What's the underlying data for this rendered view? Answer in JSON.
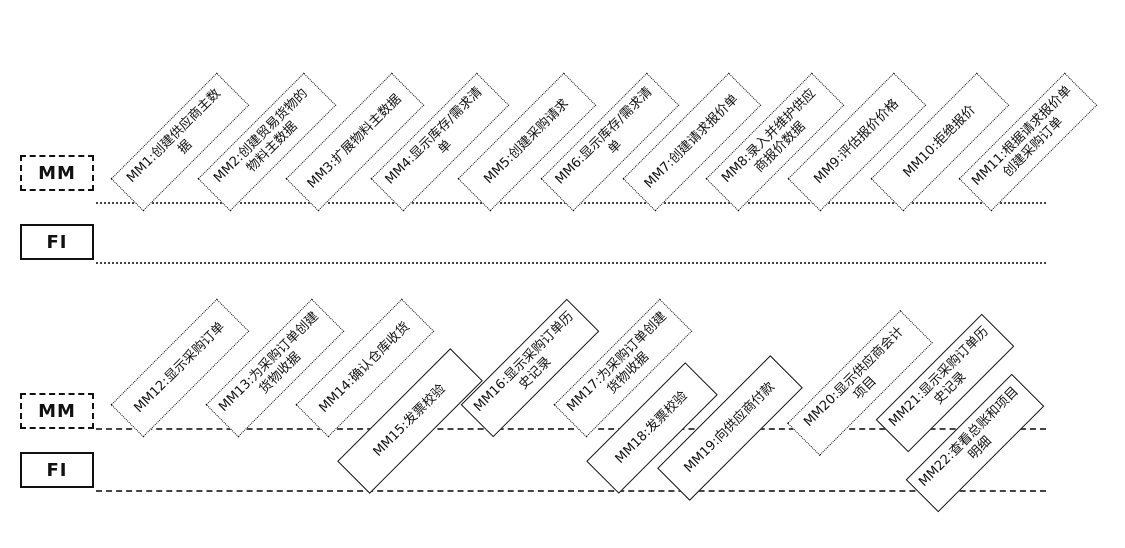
{
  "lanes": {
    "mm_label": "MM",
    "fi_label": "FI"
  },
  "row1_steps": [
    "MM1:创建供应商主数据",
    "MM2:创建贸易货物的物料主数据",
    "MM3:扩展物料主数据",
    "MM4:显示库存/需求清单",
    "MM5:创建采购请求",
    "MM6:显示库存/需求清单",
    "MM7:创建请求报价单",
    "MM8:录入并维护供应商报价数据",
    "MM9:评估报价价格",
    "MM10:拒绝报价",
    "MM11:根据请求报价单创建采购订单"
  ],
  "row2_steps": [
    "MM12:显示采购订单",
    "MM13:为采购订单创建货物收据",
    "MM14:确认仓库收货",
    "MM15:发票校验",
    "MM16:显示采购订单历史记录",
    "MM17:为采购订单创建货物收据",
    "MM18:发票校验",
    "MM19:向供应商付款",
    "MM20:显示供应商会计项目",
    "MM21:显示采购订单历史记录",
    "MM22:查看总账和项目明细"
  ]
}
